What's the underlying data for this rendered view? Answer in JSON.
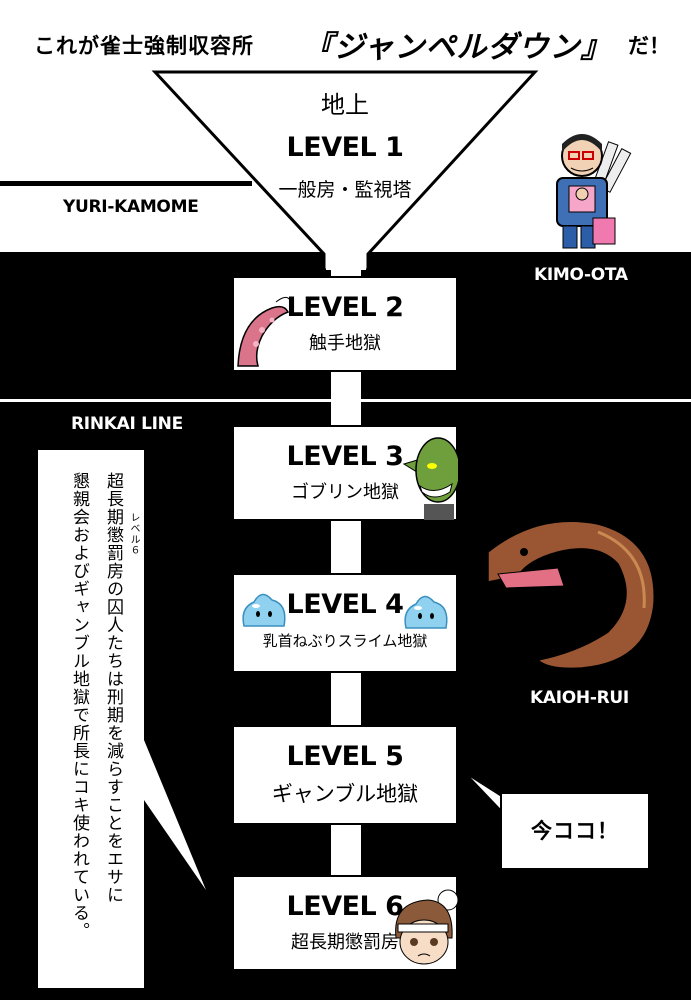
{
  "title": {
    "prefix": "これが雀士強制収容所",
    "name": "『ジャンペルダウン』",
    "suffix": "だ！"
  },
  "levels": [
    {
      "heading": "地上",
      "name": "LEVEL 1",
      "subtitle": "一般房・監視塔"
    },
    {
      "name": "LEVEL 2",
      "subtitle": "触手地獄"
    },
    {
      "name": "LEVEL 3",
      "subtitle": "ゴブリン地獄"
    },
    {
      "name": "LEVEL 4",
      "subtitle": "乳首ねぶりスライム地獄"
    },
    {
      "name": "LEVEL 5",
      "subtitle": "ギャンブル地獄"
    },
    {
      "name": "LEVEL 6",
      "subtitle": "超長期懲罰房"
    }
  ],
  "labels": {
    "yuri_kamome": "YURI-KAMOME",
    "kimo_ota": "KIMO-OTA",
    "rinkai_line": "RINKAI LINE",
    "kaioh_rui": "KAIOH-RUI"
  },
  "speech_left": {
    "ruby": "レベル６",
    "line1": "超長期懲罰房の囚人たちは刑期を減らすことをエサに",
    "line2": "懇親会およびギャンブル地獄で所長にコキ使われている。"
  },
  "speech_right": {
    "text": "今ココ！"
  },
  "colors": {
    "tentacle": "#d9748a",
    "goblin": "#6f9e3d",
    "slime": "#8fd1ef",
    "eel": "#9a5632",
    "eel_mouth": "#e26f84"
  }
}
